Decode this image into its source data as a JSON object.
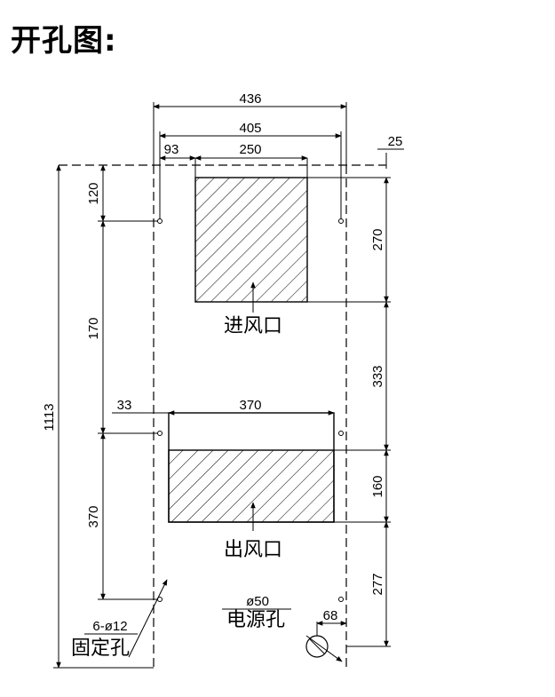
{
  "title": "开孔图:",
  "dimensions": {
    "total_width": "436",
    "hole_span": "405",
    "left_offset": "93",
    "inlet_width": "250",
    "right_margin": "25",
    "top_hole_offset": "120",
    "inlet_height": "270",
    "hole_gap_1": "170",
    "gap_between": "333",
    "outlet_left_offset": "33",
    "outlet_width": "370",
    "outlet_height": "160",
    "hole_gap_2": "370",
    "bottom_gap": "277",
    "total_height": "1113",
    "power_offset": "68",
    "power_diameter": "ø50",
    "hole_spec": "6-ø12"
  },
  "labels": {
    "inlet": "进风口",
    "outlet": "出风口",
    "power_hole": "电源孔",
    "mounting_hole": "固定孔"
  }
}
